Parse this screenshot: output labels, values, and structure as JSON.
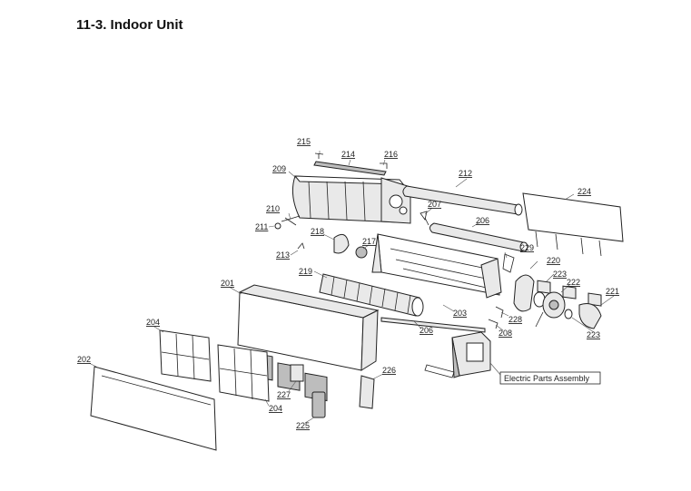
{
  "title": "11-3. Indoor Unit",
  "callouts": {
    "c201": "201",
    "c202": "202",
    "c203": "203",
    "c204a": "204",
    "c204b": "204",
    "c206a": "206",
    "c206b": "206",
    "c207": "207",
    "c208": "208",
    "c209": "209",
    "c210": "210",
    "c211": "211",
    "c212": "212",
    "c213": "213",
    "c214": "214",
    "c215": "215",
    "c216": "216",
    "c217": "217",
    "c218": "218",
    "c219": "219",
    "c220": "220",
    "c221": "221",
    "c222": "222",
    "c223a": "223",
    "c223b": "223",
    "c224": "224",
    "c225": "225",
    "c226": "226",
    "c227": "227",
    "c228": "228",
    "c229": "229"
  },
  "electric_parts_label": "Electric Parts Assembly"
}
